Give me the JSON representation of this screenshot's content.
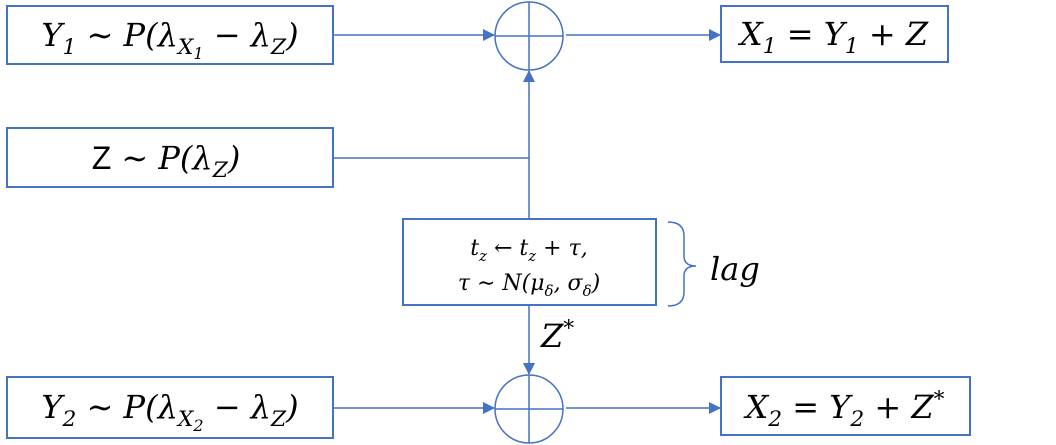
{
  "nodes": {
    "y1": {
      "parts": [
        "Y",
        "1",
        " ∼ P(λ",
        "X",
        "1",
        " − λ",
        "Z",
        ")"
      ]
    },
    "z": {
      "parts": [
        "Z",
        " ∼ P(λ",
        "Z",
        ")"
      ]
    },
    "y2": {
      "parts": [
        "Y",
        "2",
        " ∼ P(λ",
        "X",
        "2",
        " − λ",
        "Z",
        ")"
      ]
    },
    "x1": {
      "parts": [
        "X",
        "1",
        " = Y",
        "1",
        " + Z"
      ]
    },
    "x2": {
      "parts": [
        "X",
        "2",
        " = Y",
        "2",
        " + Z",
        "*"
      ]
    },
    "lag_box": {
      "line1": [
        "t",
        "z",
        " ← t",
        "z",
        " + τ,"
      ],
      "line2": [
        "τ ∼ N(μ",
        "δ",
        ", σ",
        "δ",
        ")"
      ]
    }
  },
  "annotations": {
    "lag": "lag",
    "zstar": [
      "Z",
      "*"
    ]
  },
  "colors": {
    "accent": "#4472c4",
    "text": "#000000",
    "background": "#ffffff"
  }
}
